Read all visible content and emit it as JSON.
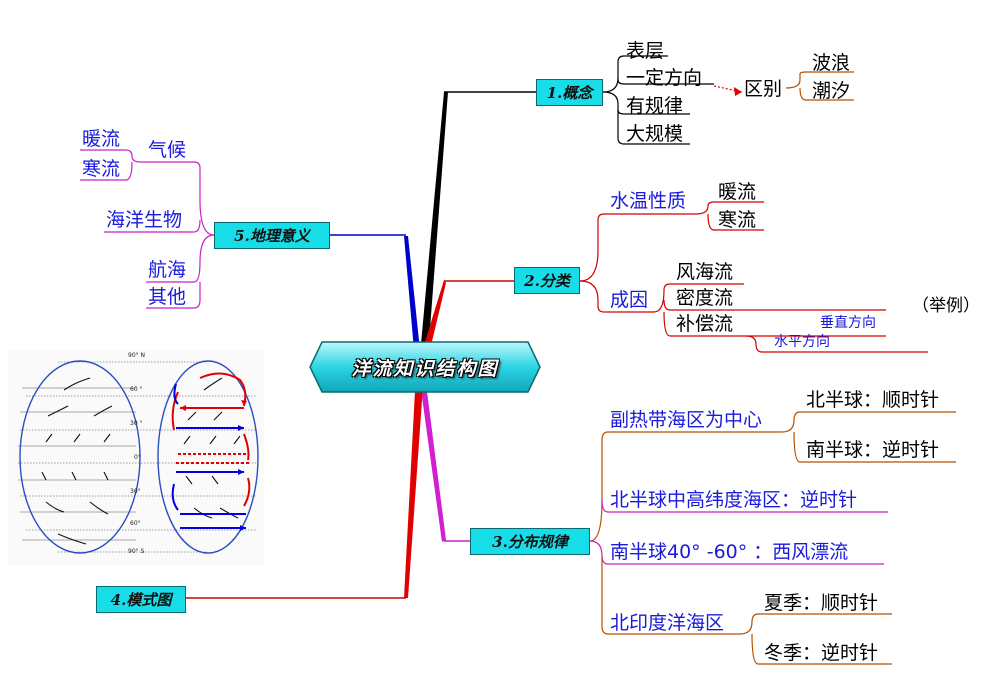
{
  "title": "洋流知识结构图",
  "branches": {
    "concept": {
      "label": "1.概念",
      "items": [
        "表层",
        "一定方向",
        "有规律",
        "大规模"
      ],
      "distinguish": "区别",
      "contrast": [
        "波浪",
        "潮汐"
      ]
    },
    "classification": {
      "label": "2.分类",
      "water_temp": "水温性质",
      "temp_types": [
        "暖流",
        "寒流"
      ],
      "cause": "成因",
      "cause_types": [
        "风海流",
        "密度流",
        "补偿流"
      ],
      "example_note": "（举例）",
      "compensation_types": [
        "垂直方向",
        "水平方向"
      ]
    },
    "distribution": {
      "label": "3.分布规律",
      "rules": [
        {
          "text": "副热带海区为中心",
          "sub": [
            "北半球：顺时针",
            "南半球：逆时针"
          ]
        },
        {
          "text": "北半球中高纬度海区：逆时针"
        },
        {
          "text": "南半球40°  -60°  ：西风漂流"
        },
        {
          "text": "北印度洋海区",
          "sub": [
            "夏季：顺时针",
            "冬季：逆时针"
          ]
        }
      ]
    },
    "model": {
      "label": "4.模式图"
    },
    "significance": {
      "label": "5.地理意义",
      "climate": "气候",
      "climate_types": [
        "暖流",
        "寒流"
      ],
      "items": [
        "海洋生物",
        "航海",
        "其他"
      ]
    }
  },
  "model_diagram": {
    "latitudes": [
      "90° N",
      "60 °",
      "30 °",
      "0°",
      "30°",
      "60°",
      "90° S"
    ]
  },
  "colors": {
    "box_fill": "#16dde8",
    "title_fill": "#2bd5e4",
    "concept_line": "#000000",
    "classification_line": "#d40000",
    "distribution_line": "#c820c8",
    "model_line": "#d40000",
    "significance_line": "#0000cc",
    "text_blue": "#1a1adc",
    "warm_arrow": "#e00000",
    "cold_arrow": "#0000e0"
  }
}
